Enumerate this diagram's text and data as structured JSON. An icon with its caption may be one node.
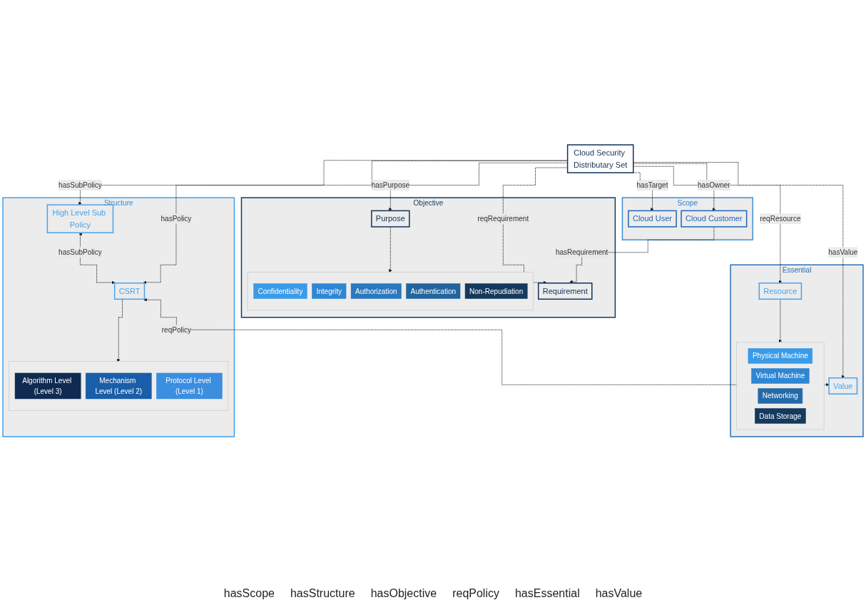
{
  "diagram": {
    "nodes": [
      {
        "text": [
          "Scope"
        ]
      },
      {
        "text": [
          "Cloud User"
        ],
        "in": 0
      },
      {
        "text": [
          "Cloud Customer"
        ],
        "in": 0
      },
      {
        "text": [
          "Structure"
        ]
      },
      {
        "text": [
          "High Level Sub Policy"
        ],
        "in": 3
      },
      {
        "text": [
          "CSRT"
        ],
        "in": 3
      },
      {
        "text": [],
        "shape": "box",
        "in": 3
      },
      {
        "text": [
          "Algorithm Level (Level 3)"
        ],
        "in": 6
      },
      {
        "text": [
          "Mechanism Level (Level 2)"
        ],
        "in": 6
      },
      {
        "text": [
          "Protocol Level (Level 1)"
        ],
        "in": 6
      },
      {
        "text": [
          "Objective"
        ]
      },
      {
        "text": [
          "Requirement"
        ],
        "in": 10
      },
      {
        "text": [
          "Purpose"
        ],
        "in": 10
      },
      {
        "text": [],
        "shape": "box",
        "in": 10
      },
      {
        "text": [
          "Confidentiality"
        ],
        "in": 13
      },
      {
        "text": [
          "Integrity"
        ],
        "in": 13
      },
      {
        "text": [
          "Authorization"
        ],
        "in": 13
      },
      {
        "text": [
          "Authentication"
        ],
        "in": 13
      },
      {
        "text": [
          "Non-Repudiation"
        ],
        "in": 13
      },
      {
        "text": [
          "Cloud Security Distributary Set"
        ]
      },
      {
        "text": [
          "Essential"
        ]
      },
      {
        "text": [
          "Value"
        ],
        "in": 20
      },
      {
        "text": [
          "Resource"
        ],
        "in": 20
      },
      {
        "text": [],
        "shape": "box",
        "in": 20
      },
      {
        "text": [
          "Physical Machine"
        ],
        "in": 23
      },
      {
        "text": [
          "Virtual Machine"
        ],
        "in": 23
      },
      {
        "text": [
          "Networking"
        ],
        "in": 23
      },
      {
        "text": [
          "Data Storage"
        ],
        "in": 23
      }
    ],
    "edges": [
      {
        "from": 19,
        "to": 1,
        "arrow": "to",
        "label": "hasTarget",
        "style": "dashed"
      },
      {
        "from": 19,
        "to": 2,
        "arrow": "to",
        "label": "hasOwner",
        "style": "dashed"
      },
      {
        "from": 2,
        "to": 11,
        "arrow": "to",
        "label": "hasRequirement",
        "style": "dashed"
      },
      {
        "from": 19,
        "to": 4,
        "arrow": "to",
        "label": "hasSubPolicy",
        "style": "dashed"
      },
      {
        "from": 19,
        "to": 5,
        "arrow": "to",
        "label": "hasPolicy",
        "style": "dashed"
      },
      {
        "from": 4,
        "to": 5,
        "arrow": "both",
        "label": "hasSubPolicy",
        "style": "dashed"
      },
      {
        "from": 5,
        "to": 6,
        "arrow": "to",
        "style": "dashed"
      },
      {
        "from": 19,
        "to": 11,
        "arrow": "to",
        "label": "reqRequirement",
        "style": "dashed"
      },
      {
        "from": 19,
        "to": 12,
        "arrow": "to",
        "label": "hasPurpose",
        "style": "dashed"
      },
      {
        "from": 12,
        "to": 13,
        "arrow": "to",
        "style": "dashed"
      },
      {
        "from": 5,
        "to": 21,
        "arrow": "both",
        "label": "reqPolicy",
        "style": "dashed"
      },
      {
        "from": 19,
        "to": 21,
        "arrow": "to",
        "label": "hasValue",
        "style": "dashed"
      },
      {
        "from": 19,
        "to": 22,
        "arrow": "to",
        "label": "reqResource",
        "style": "dashed"
      },
      {
        "from": 22,
        "to": 23,
        "arrow": "to",
        "style": "dashed"
      }
    ],
    "labels": [
      "hasScope",
      "hasStructure",
      "hasObjective",
      "reqPolicy",
      "hasEssential",
      "hasValue"
    ]
  }
}
